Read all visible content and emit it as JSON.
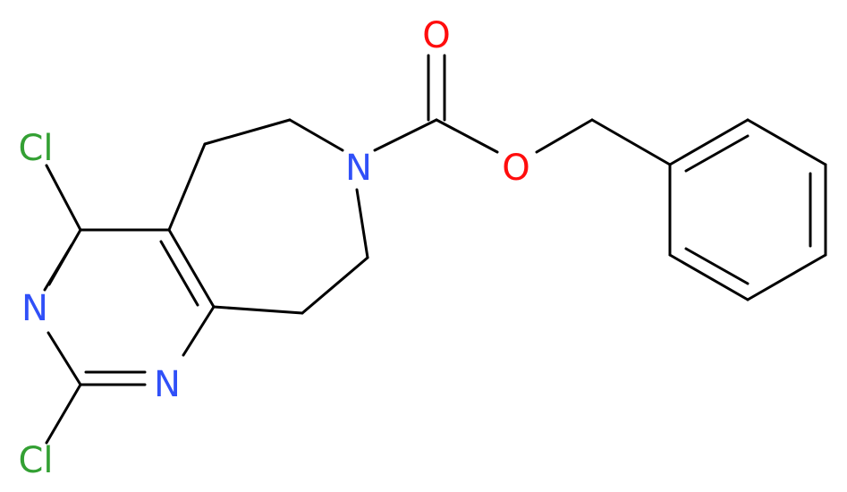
{
  "molecule": {
    "atoms": {
      "cl_top": {
        "symbol": "Cl",
        "element": "chlorine"
      },
      "cl_bottom": {
        "symbol": "Cl",
        "element": "chlorine"
      },
      "n_pyrimidine_left": {
        "symbol": "N",
        "element": "nitrogen"
      },
      "n_pyrimidine_right": {
        "symbol": "N",
        "element": "nitrogen"
      },
      "n_azepine": {
        "symbol": "N",
        "element": "nitrogen"
      },
      "o_carbonyl": {
        "symbol": "O",
        "element": "oxygen"
      },
      "o_ester": {
        "symbol": "O",
        "element": "oxygen"
      }
    },
    "colors": {
      "bond": "#000000",
      "carbon_bond": "#000000",
      "chlorine": "#33a033",
      "nitrogen": "#3050f8",
      "oxygen": "#ff0d0d",
      "background": "#ffffff"
    }
  }
}
